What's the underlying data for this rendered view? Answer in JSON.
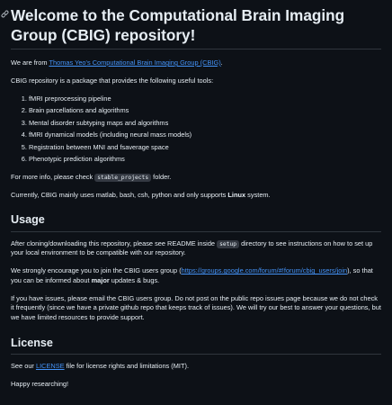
{
  "title": "Welcome to the Computational Brain Imaging Group (CBIG) repository!",
  "intro": {
    "prefix": "We are from ",
    "link_text": "Thomas Yeo's Computational Brain Imaging Group (CBIG)",
    "suffix": "."
  },
  "tools_intro": "CBIG repository is a package that provides the following useful tools:",
  "tools": [
    "fMRI preprocessing pipeline",
    "Brain parcellations and algorithms",
    "Mental disorder subtyping maps and algorithms",
    "fMRI dynamical models (including neural mass models)",
    "Registration between MNI and fsaverage space",
    "Phenotypic prediction algorithms"
  ],
  "more_info": {
    "prefix": "For more info, please check ",
    "code": "stable_projects",
    "suffix": " folder."
  },
  "support": {
    "prefix": "Currently, CBIG mainly uses matlab, bash, csh, python and only supports ",
    "bold": "Linux",
    "suffix": " system."
  },
  "usage": {
    "heading": "Usage",
    "p1_prefix": "After cloning/downloading this repository, please see README inside ",
    "p1_code": "setup",
    "p1_suffix": " directory to see instructions on how to set up your local environment to be compatible with our repository.",
    "p2_prefix": "We strongly encourage you to join the CBIG users group (",
    "p2_link": "https://groups.google.com/forum/#!forum/cbig_users/join",
    "p2_mid": "), so that you can be informed about ",
    "p2_bold": "major",
    "p2_suffix": " updates & bugs.",
    "p3": "If you have issues, please email the CBIG users group. Do not post on the public repo issues page because we do not check it frequently (since we have a private github repo that keeps track of issues). We will try our best to answer your questions, but we have limited resources to provide support."
  },
  "license": {
    "heading": "License",
    "prefix": "See our ",
    "link": "LICENSE",
    "suffix": " file for license rights and limitations (MIT)."
  },
  "closing": "Happy researching!",
  "colors": {
    "background": "#0d1117",
    "text": "#e6edf3",
    "link": "#4493f8",
    "border": "#30363d",
    "code_bg": "#343942"
  },
  "icons": {
    "heading_anchor": "link-icon"
  }
}
